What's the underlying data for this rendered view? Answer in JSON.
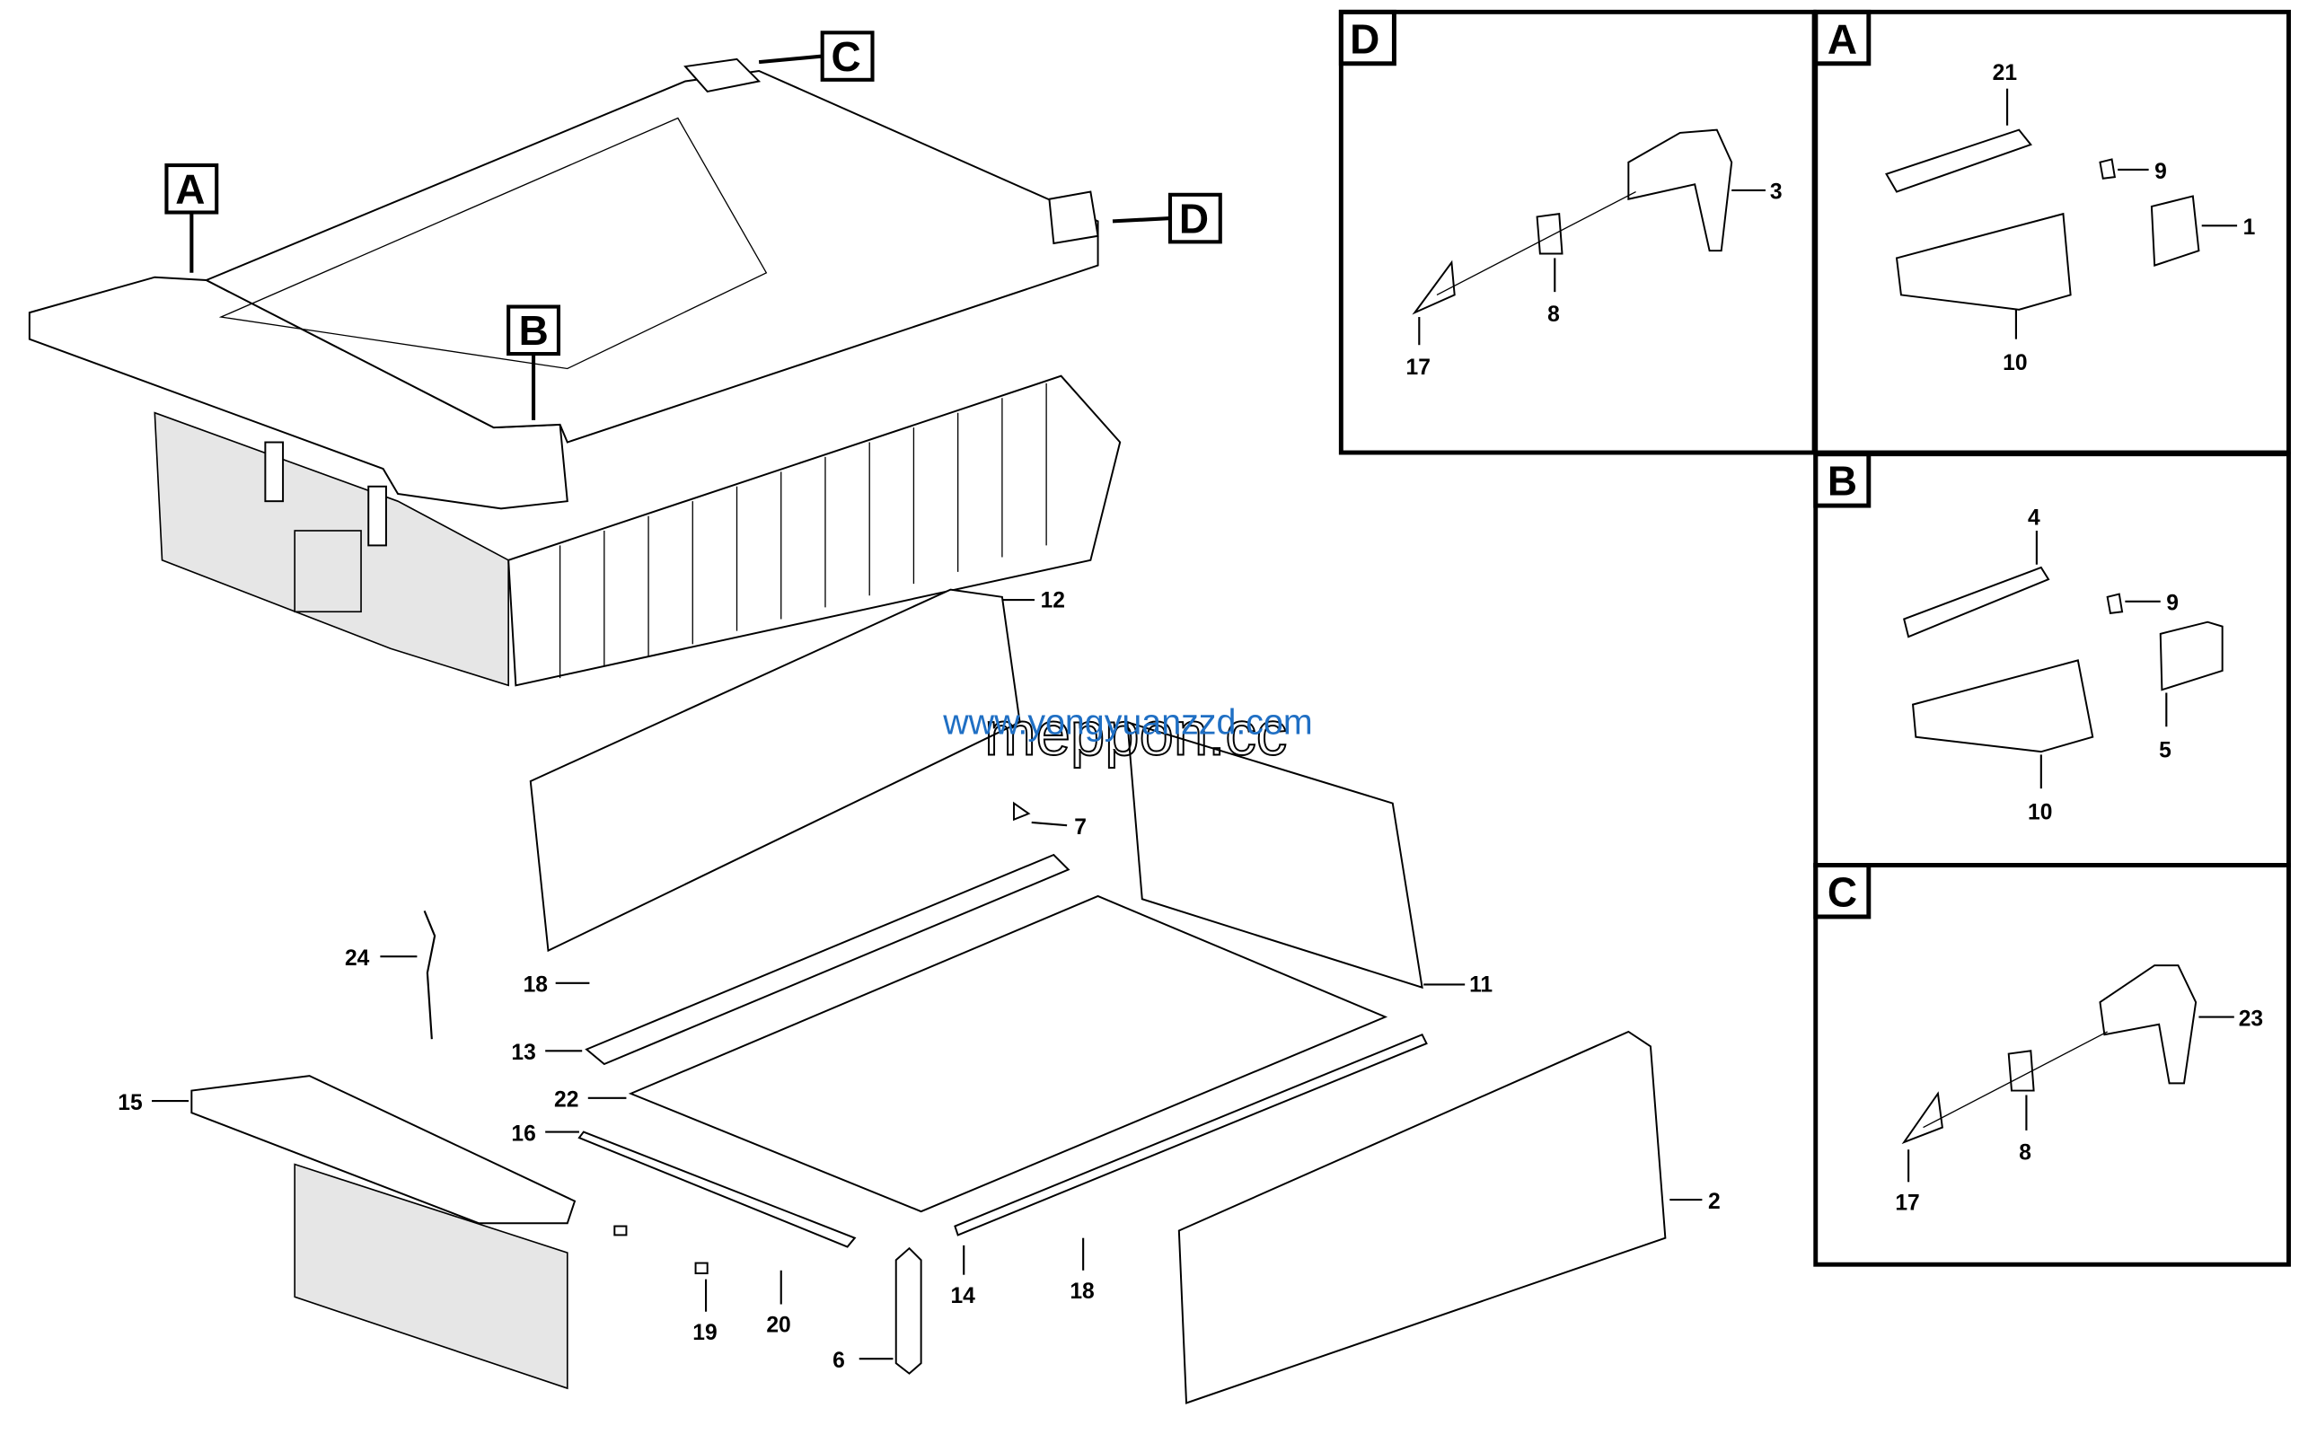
{
  "callouts": {
    "A": "A",
    "B": "B",
    "C": "C",
    "D": "D"
  },
  "insets": {
    "D": {
      "tag": "D",
      "parts": [
        "3",
        "8",
        "17"
      ]
    },
    "A": {
      "tag": "A",
      "parts": [
        "21",
        "9",
        "1",
        "10"
      ]
    },
    "B": {
      "tag": "B",
      "parts": [
        "4",
        "9",
        "5",
        "10"
      ]
    },
    "C": {
      "tag": "C",
      "parts": [
        "23",
        "8",
        "17"
      ]
    }
  },
  "main_parts": [
    "12",
    "7",
    "11",
    "24",
    "18",
    "13",
    "22",
    "15",
    "16",
    "2",
    "14",
    "18",
    "19",
    "20",
    "6"
  ],
  "watermark": {
    "url": "www.yongyuanzzd.com",
    "outline": "meppon.cc"
  },
  "colors": {
    "watermark": "#1f6fc4",
    "line": "#000000"
  }
}
